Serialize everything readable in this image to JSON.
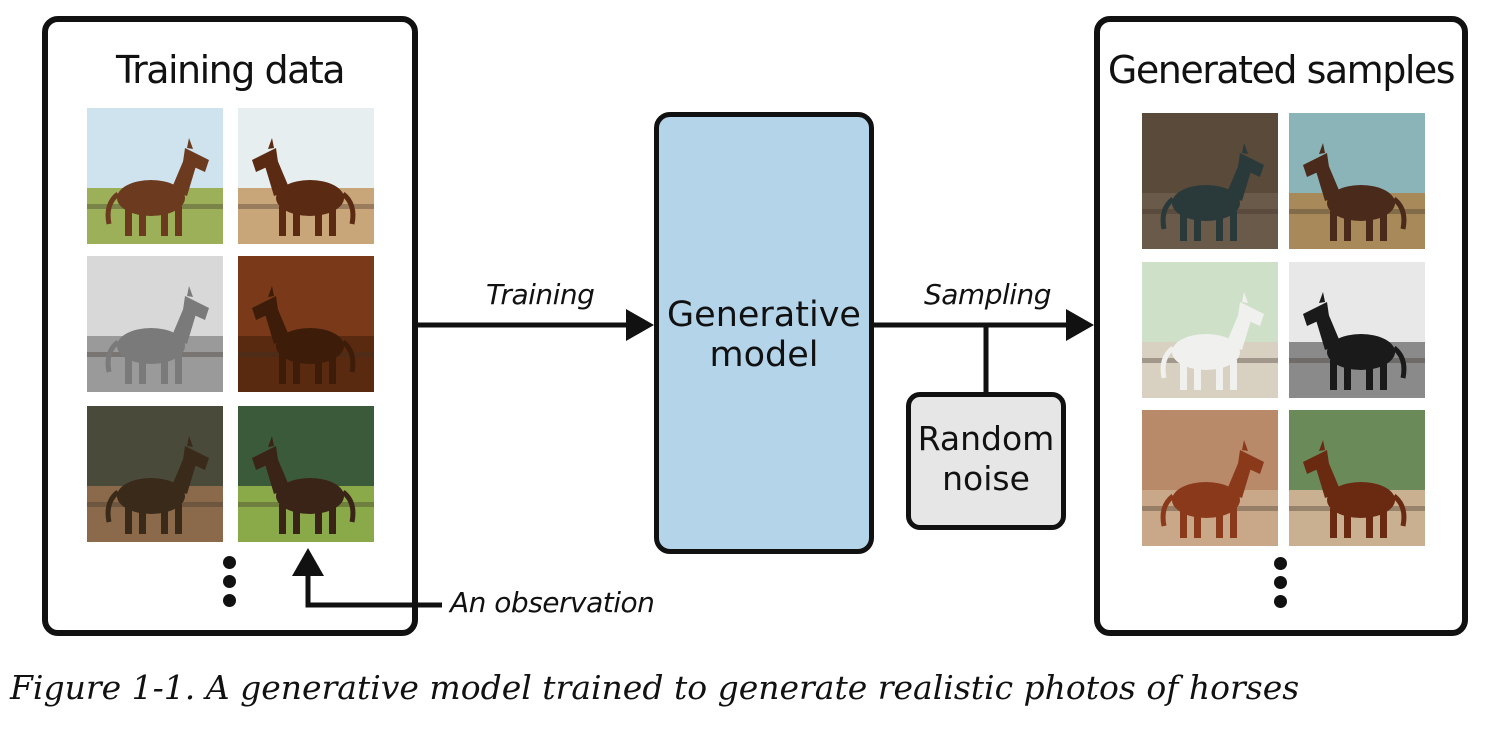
{
  "training_panel": {
    "title": "Training data",
    "photos": [
      {
        "icon": "horse-photo-icon",
        "sky": "#cfe3ee",
        "ground": "#9cb05a",
        "horse": "#6b3a1f"
      },
      {
        "icon": "horse-photo-icon",
        "sky": "#e6eef0",
        "ground": "#c9a57a",
        "horse": "#5a2a12"
      },
      {
        "icon": "horse-photo-icon",
        "sky": "#d8d8d8",
        "ground": "#9a9a9a",
        "horse": "#7a7a7a"
      },
      {
        "icon": "horse-photo-icon",
        "sky": "#7a3a1a",
        "ground": "#5a2a10",
        "horse": "#3d1c0a"
      },
      {
        "icon": "horse-photo-icon",
        "sky": "#4a4a3a",
        "ground": "#8a6a4a",
        "horse": "#3a2a1a"
      },
      {
        "icon": "horse-photo-icon",
        "sky": "#3a5a3a",
        "ground": "#8aaa4a",
        "horse": "#3a2418"
      }
    ]
  },
  "generated_panel": {
    "title": "Generated samples",
    "photos": [
      {
        "icon": "horse-photo-icon",
        "sky": "#5a4a3a",
        "ground": "#6a5a4a",
        "horse": "#2a3a3a"
      },
      {
        "icon": "horse-photo-icon",
        "sky": "#8ab4b8",
        "ground": "#a88a5a",
        "horse": "#4a2a1a"
      },
      {
        "icon": "horse-photo-icon",
        "sky": "#cfe0c8",
        "ground": "#d8d0c0",
        "horse": "#f0f0ee"
      },
      {
        "icon": "horse-photo-icon",
        "sky": "#e8e8e8",
        "ground": "#8a8a8a",
        "horse": "#1a1a1a"
      },
      {
        "icon": "horse-photo-icon",
        "sky": "#b88a6a",
        "ground": "#c8a888",
        "horse": "#8a3a1a"
      },
      {
        "icon": "horse-photo-icon",
        "sky": "#6a8a5a",
        "ground": "#c8b090",
        "horse": "#6a2a12"
      }
    ]
  },
  "model": {
    "label": "Generative\nmodel",
    "color": "#b4d4ea"
  },
  "noise": {
    "label": "Random\nnoise",
    "color": "#e6e6e6"
  },
  "edges": {
    "training": "Training",
    "sampling": "Sampling",
    "observation": "An observation"
  },
  "caption": "Figure 1-1. A generative model trained to generate realistic photos of horses"
}
